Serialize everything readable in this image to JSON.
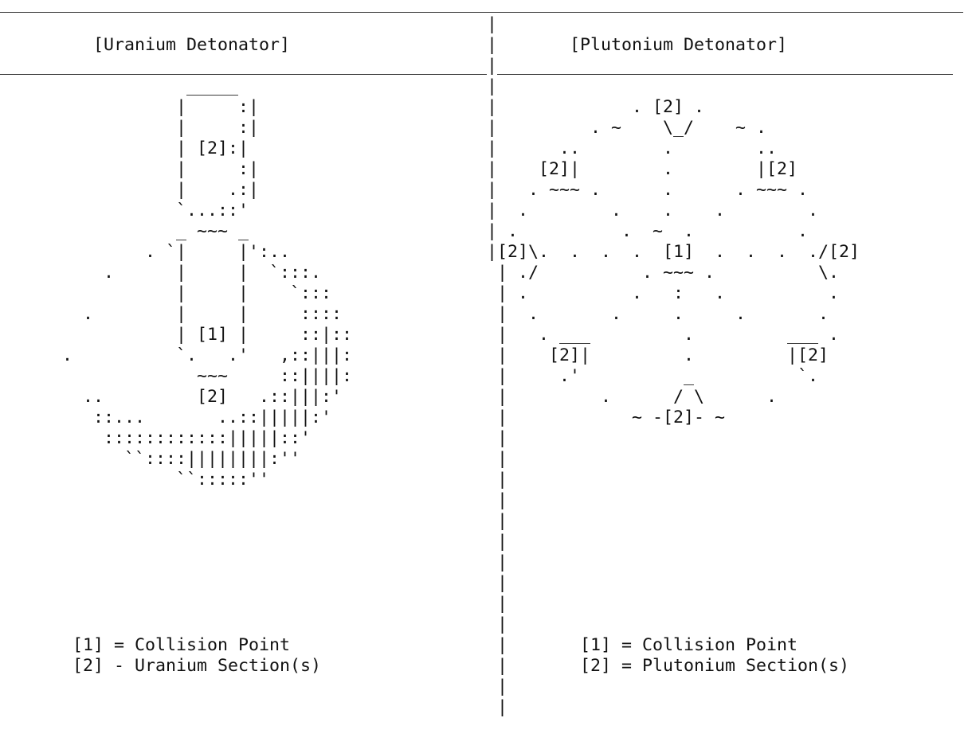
{
  "headings": {
    "uranium": "[Uranium Detonator]",
    "plutonium": "[Plutonium Detonator]"
  },
  "legend": {
    "uranium_1": "[1] = Collision Point",
    "uranium_2": "[2] - Uranium Section(s)",
    "plutonium_1": "[1] = Collision Point",
    "plutonium_2": "[2] = Plutonium Section(s)"
  },
  "art_lines": [
    "_____________________________________________________________________________________________",
    "                                               |",
    "         [Uranium Detonator]                   |       [Plutonium Detonator]",
    "_______________________________________________|____________________________________________",
    "                  _____                        |",
    "                 |     :|                      |             . [2] .",
    "                 |     :|                      |         . ~    \\_/    ~ .",
    "                 | [2]:|                       |      ..        .        ..",
    "                 |     :|                      |    [2]|        .        |[2]",
    "                 |    .:|                      |   . ~~~ .      .      . ~~~ .",
    "                 `...::'                       |  .        .    .    .        .",
    "                 _ ~~~ _                       | .          .  ~  .          .",
    "              . `|     |':..                   |[2]\\.  .  .  .  [1]  .  .  .  ./[2]",
    "          .      |     |  `:::.                 | ./          . ~~~ .          \\.",
    "                 |     |    `:::                | .          .   :   .          .",
    "        .        |     |     ::::               |  .       .     .     .       .",
    "                 | [1] |     ::|::              |   . ___         .         ___ .",
    "      .          `.   .'   ,::|||:              |    [2]|         .         |[2]",
    "                   ~~~     ::||||:              |     .'          _          `.",
    "        ..         [2]   .::|||:'               |         .      / \\      .",
    "         ::...       ..::|||||:'                |            ~ -[2]- ~",
    "          ::::::::::::|||||::'                  |",
    "            ``::::||||||||:''                   |",
    "                 ``:::::''                      |",
    "                                                |",
    "                                                |",
    "                                                |",
    "                                                |",
    "                                                |",
    "                                                |",
    "                                                |",
    "       [1] = Collision Point                    |       [1] = Collision Point",
    "       [2] - Uranium Section(s)                 |       [2] = Plutonium Section(s)",
    "                                                |",
    "                                                |"
  ]
}
